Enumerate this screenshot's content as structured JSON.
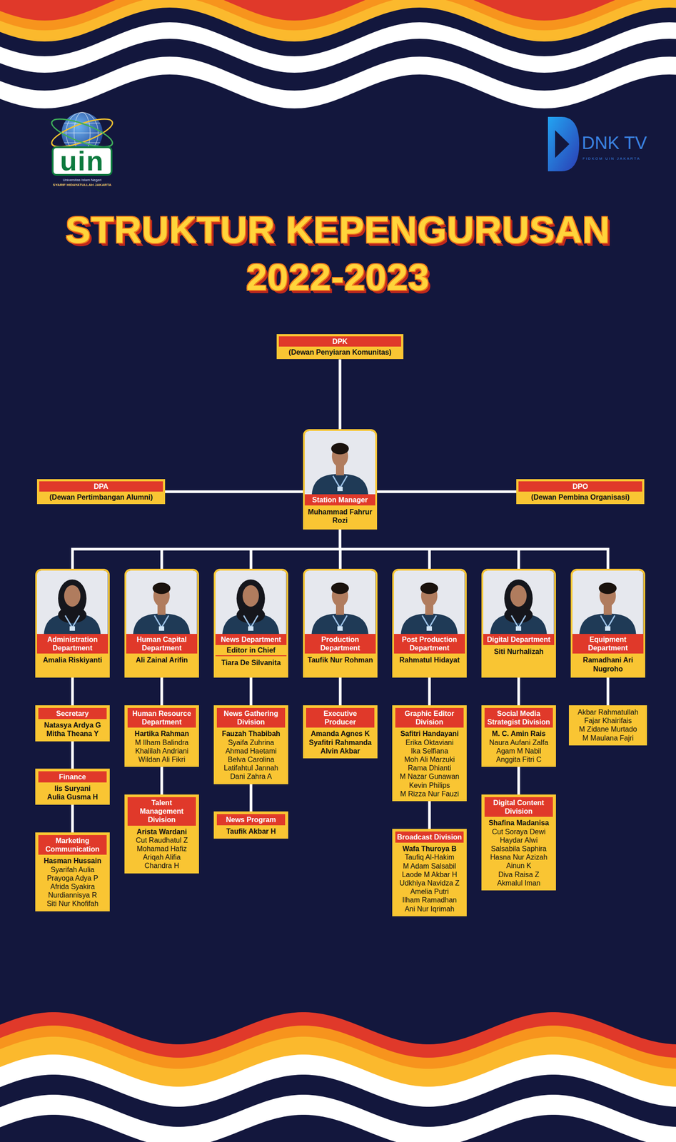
{
  "diagram": {
    "title": "STRUKTUR KEPENGURUSAN 2022-2023",
    "nodes": [
      {
        "text": [
          "DPK",
          "(Dewan Penyiaran Komunitas)"
        ]
      },
      {
        "text": [
          "DPA",
          "(Dewan Pertimbangan Alumni)"
        ]
      },
      {
        "text": [
          "Station Manager",
          "Muhammad Fahrur Rozi"
        ]
      },
      {
        "text": [
          "DPO",
          "(Dewan Pembina Organisasi)"
        ]
      },
      {
        "text": [
          "Administration Department",
          "Amalia Riskiyanti"
        ]
      },
      {
        "text": [
          "Human Capital Department",
          "Ali Zainal Arifin"
        ]
      },
      {
        "text": [
          "News Department",
          "Editor in Chief",
          "Tiara De Silvanita"
        ]
      },
      {
        "text": [
          "Production Department",
          "Taufik Nur Rohman"
        ]
      },
      {
        "text": [
          "Post Production Department",
          "Rahmatul Hidayat"
        ]
      },
      {
        "text": [
          "Digital Department",
          "Siti Nurhalizah"
        ]
      },
      {
        "text": [
          "Equipment Department",
          "Ramadhani Ari Nugroho"
        ]
      },
      {
        "text": [
          "Secretary",
          "Natasya Ardya G",
          "Mitha Theana Y"
        ]
      },
      {
        "text": [
          "Human Resource Department",
          "Hartika Rahman",
          "M Ilham Balindra",
          "Khalilah Andriani",
          "Wildan Ali Fikri"
        ]
      },
      {
        "text": [
          "News Gathering Division",
          "Fauzah Thabibah",
          "Syaifa Zuhrina",
          "Ahmad Haetami",
          "Belva Carolina",
          "Latifahtul Jannah",
          "Dani Zahra A"
        ]
      },
      {
        "text": [
          "Executive Producer",
          "Amanda Agnes K",
          "Syafitri Rahmanda",
          "Alvin Akbar"
        ]
      },
      {
        "text": [
          "Graphic Editor Division",
          "Safitri Handayani",
          "Erika Oktaviani",
          "Ika Selfiana",
          "Moh Ali Marzuki",
          "Rama Dhianti",
          "M Nazar Gunawan",
          "Kevin Philips",
          "M Rizza Nur Fauzi"
        ]
      },
      {
        "text": [
          "Social Media Strategist Division",
          "M. C. Amin Rais",
          "Naura Aufani Zalfa",
          "Agam M Nabil",
          "Anggita Fitri C"
        ]
      },
      {
        "text": [
          "Akbar Rahmatullah",
          "Fajar Khairifais",
          "M Zidane Murtado",
          "M Maulana Fajri"
        ]
      },
      {
        "text": [
          "Finance",
          "Iis Suryani",
          "Aulia Gusma H"
        ]
      },
      {
        "text": [
          "Talent Management Division",
          "Arista Wardani",
          "Cut Raudhatul Z",
          "Mohamad Hafiz",
          "Ariqah Alifia",
          "Chandra H"
        ]
      },
      {
        "text": [
          "News Program",
          "Taufik Akbar H"
        ]
      },
      {
        "text": [
          "Broadcast Division",
          "Wafa Thuroya B",
          "Taufiq Al-Hakim",
          "M Adam Salsabil",
          "Laode M Akbar H",
          "Udkhiya Navidza Z",
          "Amelia Putri",
          "Ilham Ramadhan",
          "Ani Nur Iqrimah"
        ]
      },
      {
        "text": [
          "Digital Content Division",
          "Shafina Madanisa",
          "Cut Soraya Dewi",
          "Haydar Alwi",
          "Salsabila Saphira",
          "Hasna Nur Azizah",
          "Ainun K",
          "Diva Raisa Z",
          "Akmalul Iman"
        ]
      },
      {
        "text": [
          "Marketing Communication",
          "Hasman Hussain",
          "Syarifah Aulia",
          "Prayoga Adya P",
          "Afrida Syakira",
          "Nurdiannisya R",
          "Siti Nur Khofifah"
        ]
      }
    ],
    "edges": [
      {
        "from": 0,
        "to": 2,
        "arrow": "none"
      },
      {
        "from": 2,
        "to": 1,
        "arrow": "none"
      },
      {
        "from": 2,
        "to": 3,
        "arrow": "none"
      },
      {
        "from": 2,
        "to": 4,
        "arrow": "none"
      },
      {
        "from": 2,
        "to": 5,
        "arrow": "none"
      },
      {
        "from": 2,
        "to": 6,
        "arrow": "none"
      },
      {
        "from": 2,
        "to": 7,
        "arrow": "none"
      },
      {
        "from": 2,
        "to": 8,
        "arrow": "none"
      },
      {
        "from": 2,
        "to": 9,
        "arrow": "none"
      },
      {
        "from": 2,
        "to": 10,
        "arrow": "none"
      },
      {
        "from": 4,
        "to": 11,
        "arrow": "none"
      },
      {
        "from": 11,
        "to": 18,
        "arrow": "none"
      },
      {
        "from": 18,
        "to": 23,
        "arrow": "none"
      },
      {
        "from": 5,
        "to": 12,
        "arrow": "none"
      },
      {
        "from": 12,
        "to": 19,
        "arrow": "none"
      },
      {
        "from": 6,
        "to": 13,
        "arrow": "none"
      },
      {
        "from": 13,
        "to": 20,
        "arrow": "none"
      },
      {
        "from": 7,
        "to": 14,
        "arrow": "none"
      },
      {
        "from": 8,
        "to": 15,
        "arrow": "none"
      },
      {
        "from": 15,
        "to": 21,
        "arrow": "none"
      },
      {
        "from": 9,
        "to": 16,
        "arrow": "none"
      },
      {
        "from": 16,
        "to": 22,
        "arrow": "none"
      },
      {
        "from": 10,
        "to": 17,
        "arrow": "none"
      }
    ],
    "labels": [
      "uin",
      "Universitas Islam Negeri",
      "SYARIF HIDAYATULLAH JAKARTA",
      "DNK TV",
      "FIDKOM UIN JAKARTA"
    ]
  }
}
